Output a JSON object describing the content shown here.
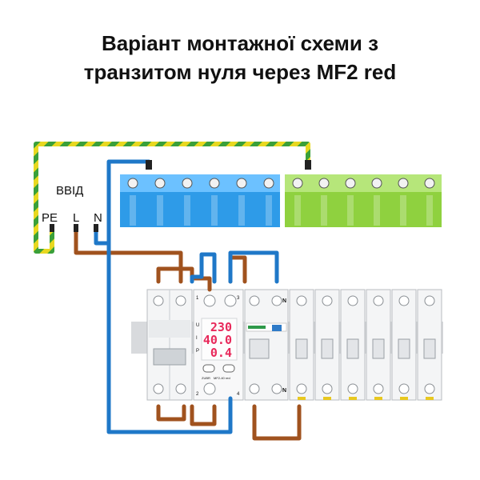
{
  "title": {
    "line1": "Варіант монтажної схеми з",
    "line2": "транзитом нуля через MF2 red"
  },
  "input": {
    "label": "ВВІД",
    "pe": "PE",
    "l": "L",
    "n": "N"
  },
  "relay": {
    "display": [
      "230",
      "40.0",
      "0.4"
    ],
    "terminal_top_left": "1",
    "terminal_top_right": "3",
    "terminal_bottom_left": "2",
    "terminal_bottom_right": "4",
    "side_labels": [
      "U",
      "I",
      "P"
    ],
    "model": "MF2-40 red",
    "brand": "ZUBR"
  },
  "rcd": {
    "terminal": "N"
  },
  "breakers_count": 6,
  "colors": {
    "phase": "#a0521e",
    "neutral": "#1f78c8",
    "pe_green": "#3aa03a",
    "pe_yellow": "#e8d820",
    "bus_blue": "#2e9be8",
    "bus_green": "#8fd13f",
    "relay_display": "#e8285a"
  }
}
